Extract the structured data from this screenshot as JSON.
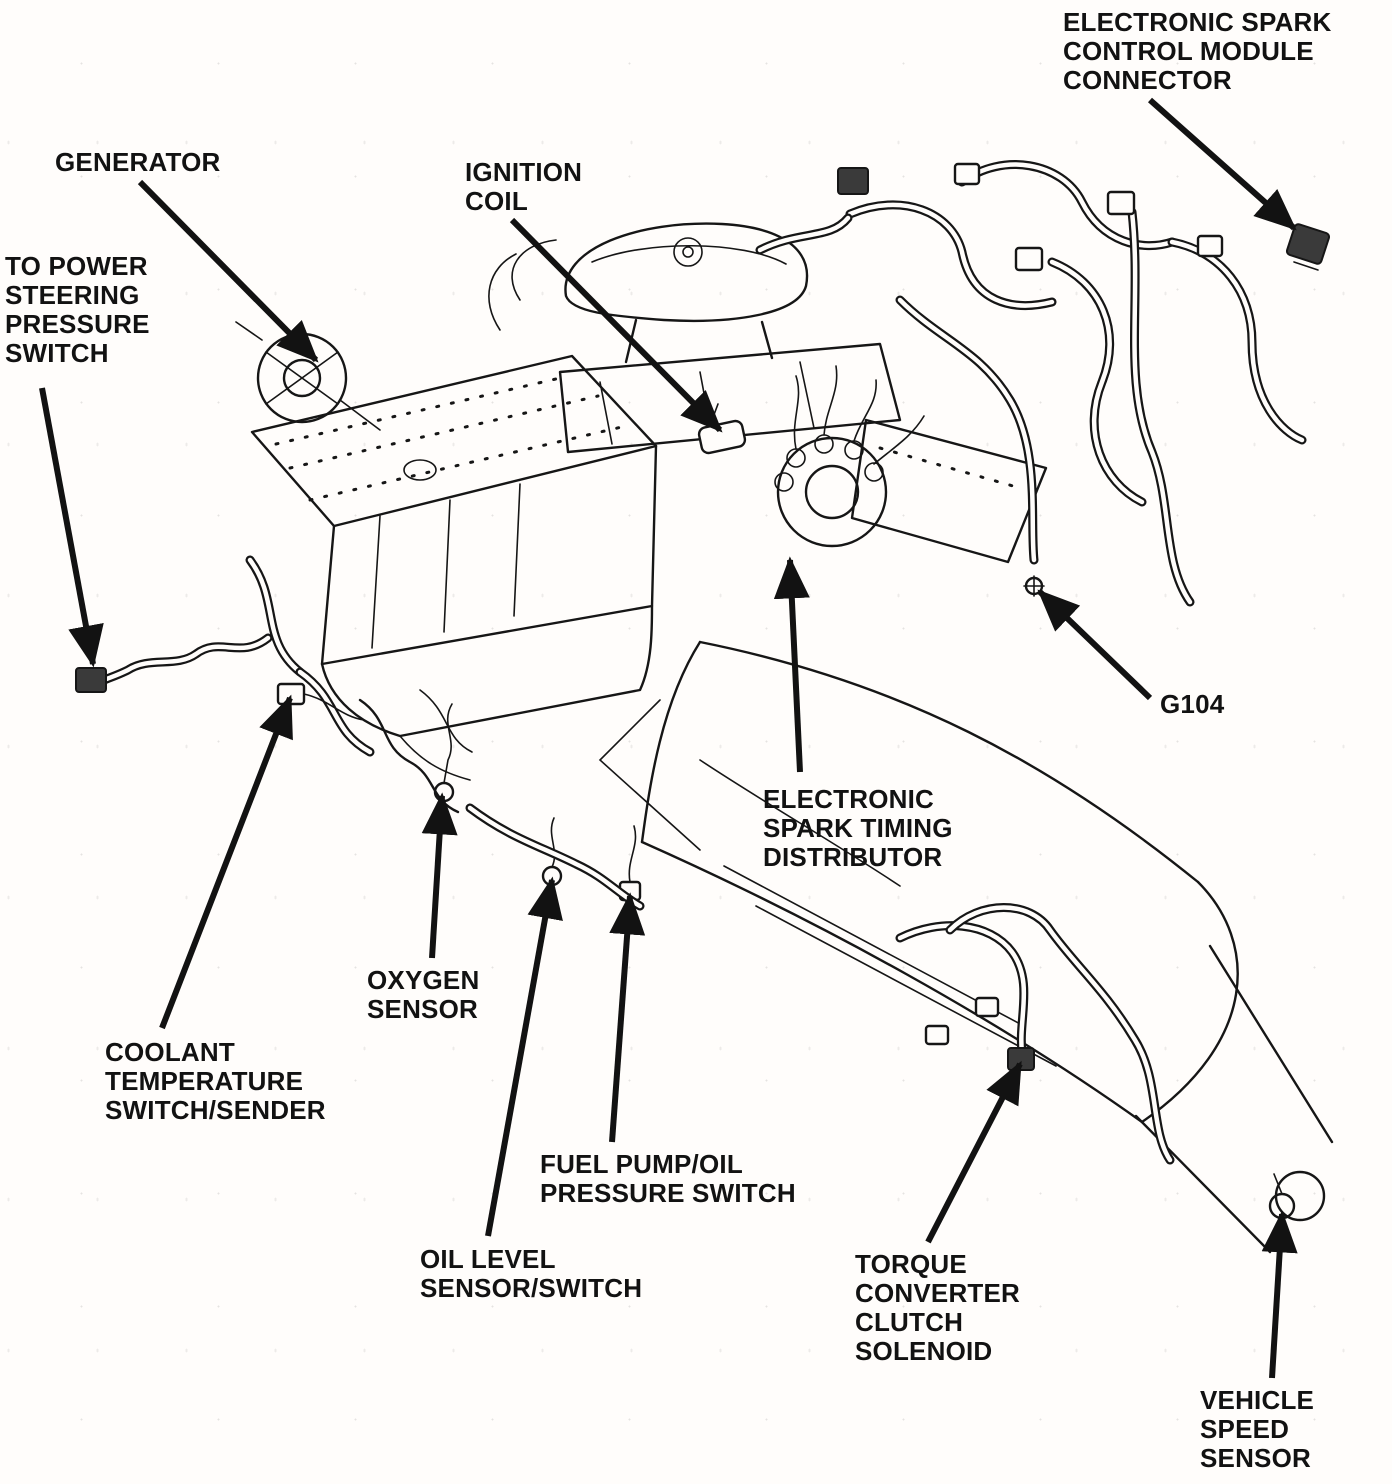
{
  "figure": {
    "kind": "engine-component-locator-diagram",
    "colors": {
      "background": "#fffdfb",
      "ink": "#161616",
      "label_text": "#121212"
    }
  },
  "labels": [
    {
      "id": "electronic-spark-control-module-connector",
      "text": "ELECTRONIC SPARK\nCONTROL MODULE\nCONNECTOR"
    },
    {
      "id": "generator",
      "text": "GENERATOR"
    },
    {
      "id": "ignition-coil",
      "text": "IGNITION\nCOIL"
    },
    {
      "id": "power-steering-pressure-switch",
      "text": "TO POWER\nSTEERING\nPRESSURE\nSWITCH"
    },
    {
      "id": "g104",
      "text": "G104"
    },
    {
      "id": "electronic-spark-timing-distributor",
      "text": "ELECTRONIC\nSPARK TIMING\nDISTRIBUTOR"
    },
    {
      "id": "oxygen-sensor",
      "text": "OXYGEN\nSENSOR"
    },
    {
      "id": "coolant-temperature-switch-sender",
      "text": "COOLANT\nTEMPERATURE\nSWITCH/SENDER"
    },
    {
      "id": "fuel-pump-oil-pressure-switch",
      "text": "FUEL PUMP/OIL\nPRESSURE SWITCH"
    },
    {
      "id": "oil-level-sensor-switch",
      "text": "OIL LEVEL\nSENSOR/SWITCH"
    },
    {
      "id": "torque-converter-clutch-solenoid",
      "text": "TORQUE\nCONVERTER\nCLUTCH\nSOLENOID"
    },
    {
      "id": "vehicle-speed-sensor",
      "text": "VEHICLE\nSPEED\nSENSOR"
    }
  ]
}
